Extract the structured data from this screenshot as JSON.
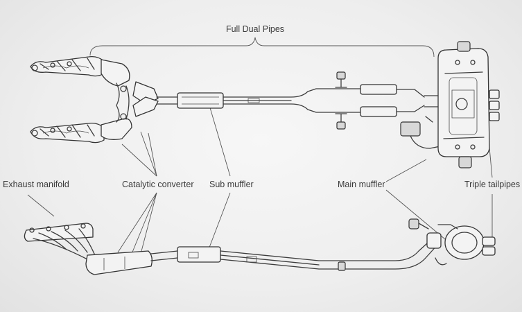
{
  "labels": {
    "full_dual_pipes": "Full Dual Pipes",
    "exhaust_manifold": "Exhaust manifold",
    "catalytic_converter": "Catalytic converter",
    "sub_muffler": "Sub muffler",
    "main_muffler": "Main muffler",
    "triple_tailpipes": "Triple tailpipes"
  },
  "colors": {
    "background": "#efefef",
    "line": "#3c3c3c",
    "text": "#3a3a3a"
  }
}
